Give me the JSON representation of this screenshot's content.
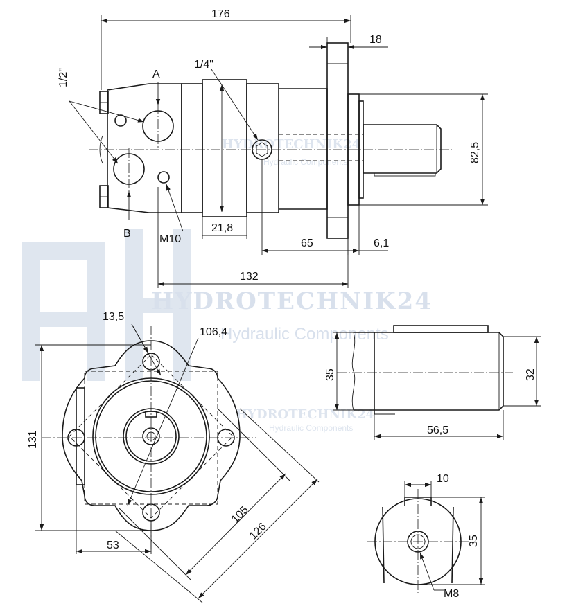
{
  "watermark": {
    "brand": "HYDROTECHNIK24",
    "tagline": "Hydraulic Components",
    "color": "#d8e0ec"
  },
  "side_view": {
    "dim_total_length": "176",
    "dim_flange_thickness": "18",
    "dim_port_size_main": "1/2\"",
    "dim_port_size_drain": "1/4\"",
    "port_a": "A",
    "port_b": "B",
    "dim_thread_mount": "M10",
    "dim_ring_width": "21,8",
    "dim_shaft_length": "65",
    "dim_pilot": "6,1",
    "dim_body_length": "132",
    "dim_pilot_diameter": "82,5"
  },
  "front_view": {
    "dim_bolt_hole": "13,5",
    "dim_bolt_circle": "106,4",
    "dim_height": "131",
    "dim_offset": "53",
    "dim_flange_square": "105",
    "dim_flange_diagonal": "126"
  },
  "shaft_view": {
    "dim_shaft_diameter_a": "35",
    "dim_shaft_diameter_b": "32",
    "dim_shaft_length": "56,5"
  },
  "end_view": {
    "dim_key_width": "10",
    "dim_diameter": "35",
    "dim_thread": "M8"
  }
}
